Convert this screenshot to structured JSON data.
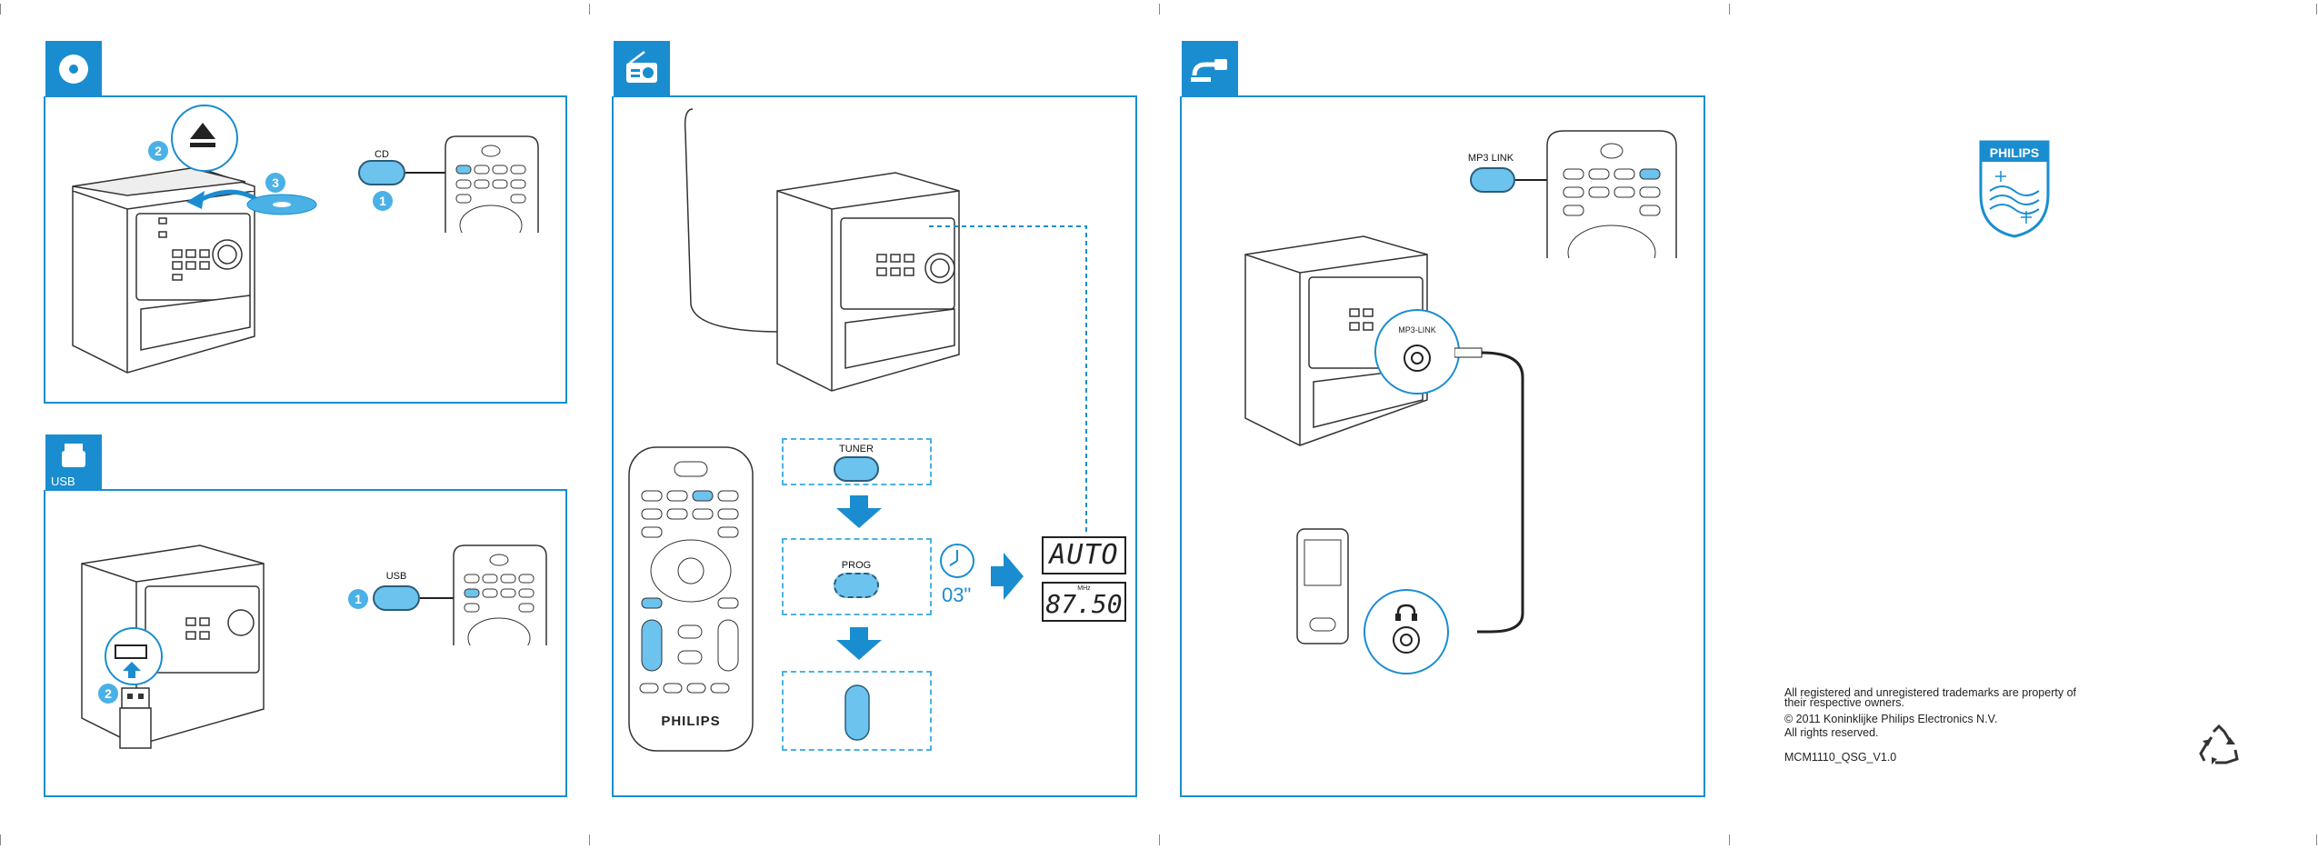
{
  "sections": {
    "cd": {
      "tab_icon": "disc-icon",
      "button_label": "CD",
      "steps": [
        "1",
        "2",
        "3"
      ],
      "eject_icon": "eject-icon"
    },
    "usb": {
      "tab_icon": "usb-icon",
      "tab_label": "USB",
      "button_label": "USB",
      "steps": [
        "1",
        "2"
      ]
    },
    "tuner": {
      "tab_icon": "radio-icon",
      "tuner_label": "TUNER",
      "prog_label": "PROG",
      "timer_text": "03\"",
      "display_auto": "AUTO",
      "display_freq": "87.50",
      "display_unit": "MHz",
      "remote_brand": "PHILIPS"
    },
    "mp3link": {
      "tab_icon": "cable-icon",
      "button_label": "MP3 LINK",
      "port_label": "MP3-LINK",
      "headphone_icon": "headphone-icon"
    }
  },
  "brand": {
    "logo_text": "PHILIPS",
    "color": "#1a8dd0"
  },
  "legal": {
    "trademark_line1": "All registered and unregistered trademarks are property of",
    "trademark_line2": "their respective owners.",
    "copyright": "© 2011 Koninklijke Philips Electronics N.V.",
    "rights": "All rights reserved.",
    "doc_code": "MCM1110_QSG_V1.0"
  },
  "icons": {
    "recycle": "recycle-icon"
  },
  "colors": {
    "accent": "#1a8dd0",
    "button_fill": "#6cc3ee"
  }
}
